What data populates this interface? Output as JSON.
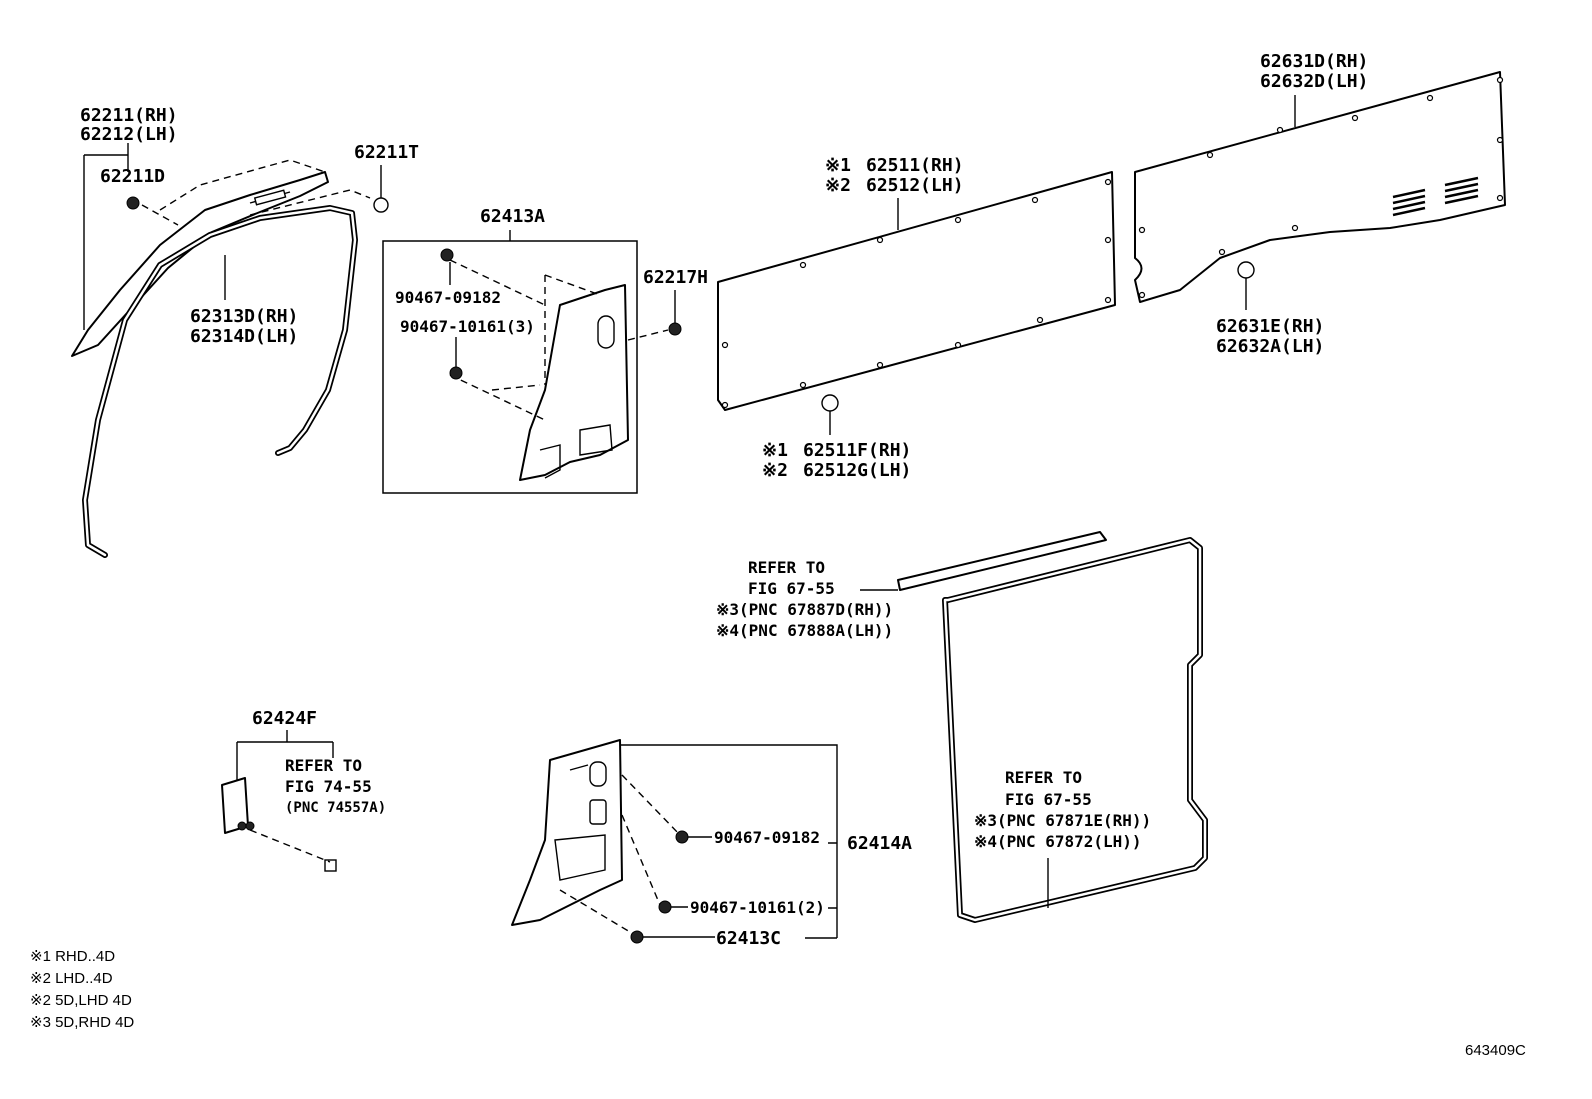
{
  "parts": {
    "p62211rh": "62211(RH)",
    "p62212lh": "62212(LH)",
    "p62211d": "62211D",
    "p62211t": "62211T",
    "p62313d": "62313D(RH)",
    "p62314d": "62314D(LH)",
    "p62413a": "62413A",
    "p90467_09182_a": "90467-09182",
    "p90467_10161_3": "90467-10161(3)",
    "p62217h": "62217H",
    "p62511_mark": "※1",
    "p62511": "62511(RH)",
    "p62512_mark": "※2",
    "p62512": "62512(LH)",
    "p62511f_mark": "※1",
    "p62511f": "62511F(RH)",
    "p62512g_mark": "※2",
    "p62512g": "62512G(LH)",
    "p62631d": "62631D(RH)",
    "p62632d": "62632D(LH)",
    "p62631e": "62631E(RH)",
    "p62632a": "62632A(LH)",
    "p62424f": "62424F",
    "p90467_09182_b": "90467-09182",
    "p62414a": "62414A",
    "p90467_10161_2": "90467-10161(2)",
    "p62413c": "62413C"
  },
  "refs": {
    "ref1_l1": "REFER TO",
    "ref1_l2": "FIG 67-55",
    "ref1_l3": "※3(PNC 67887D(RH))",
    "ref1_l4": "※4(PNC 67888A(LH))",
    "ref2_l1": "REFER TO",
    "ref2_l2": "FIG 74-55",
    "ref2_l3": "(PNC 74557A)",
    "ref3_l1": "REFER TO",
    "ref3_l2": "FIG 67-55",
    "ref3_l3": "※3(PNC 67871E(RH))",
    "ref3_l4": "※4(PNC 67872(LH))"
  },
  "legend": [
    "※1 RHD..4D",
    "※2 LHD..4D",
    "※2 5D,LHD 4D",
    "※3 5D,RHD 4D"
  ],
  "figure_code": "643409C"
}
